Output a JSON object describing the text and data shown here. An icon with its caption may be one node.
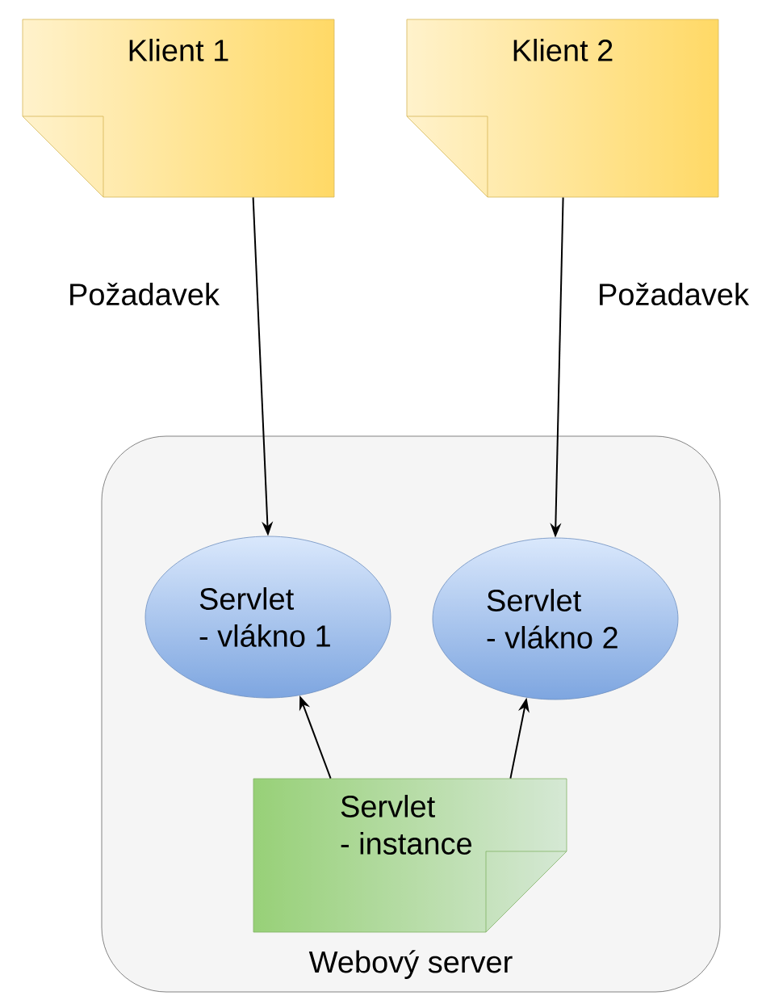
{
  "diagram": {
    "nodes": [
      {
        "text": [
          "Klient 1"
        ]
      },
      {
        "text": [
          "Klient 2"
        ]
      },
      {
        "text": [
          "Webový server"
        ]
      },
      {
        "text": [
          "Servlet - vlákno 1"
        ],
        "in": 2
      },
      {
        "text": [
          "Servlet - vlákno 2"
        ],
        "in": 2
      },
      {
        "text": [
          "Servlet - instance"
        ],
        "in": 2
      }
    ],
    "edges": [
      {
        "from": 0,
        "to": 3,
        "arrow": "to",
        "label": "Požadavek"
      },
      {
        "from": 1,
        "to": 4,
        "arrow": "to",
        "label": "Požadavek"
      },
      {
        "from": 5,
        "to": 3,
        "arrow": "to"
      },
      {
        "from": 5,
        "to": 4,
        "arrow": "to"
      }
    ]
  }
}
